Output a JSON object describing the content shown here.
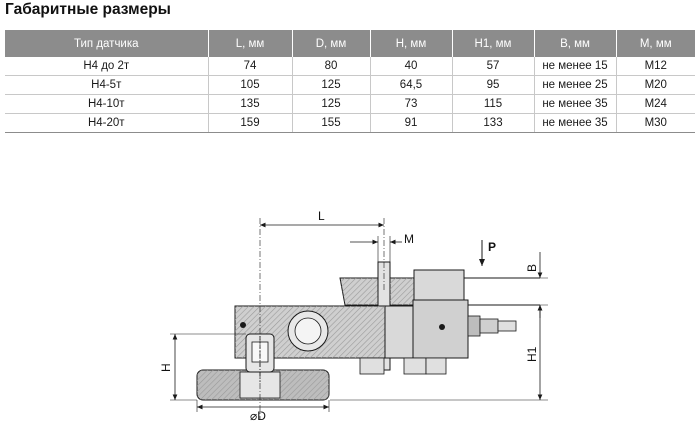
{
  "title": "Габаритные размеры",
  "table": {
    "headers": [
      "Тип датчика",
      "L, мм",
      "D, мм",
      "H, мм",
      "H1, мм",
      "B, мм",
      "M, мм"
    ],
    "rows": [
      [
        "H4 до 2т",
        "74",
        "80",
        "40",
        "57",
        "не менее 15",
        "M12"
      ],
      [
        "H4-5т",
        "105",
        "125",
        "64,5",
        "95",
        "не менее 25",
        "M20"
      ],
      [
        "H4-10т",
        "135",
        "125",
        "73",
        "115",
        "не менее 35",
        "M24"
      ],
      [
        "H4-20т",
        "159",
        "155",
        "91",
        "133",
        "не менее 35",
        "M30"
      ]
    ]
  },
  "drawing": {
    "labels": {
      "L": "L",
      "M": "M",
      "P": "P",
      "B": "B",
      "H": "H",
      "H1": "H1",
      "D": "⌀D"
    },
    "colors": {
      "metal": "#d4d4d4",
      "metal_dark": "#a8a8a8",
      "line": "#1a1a1a",
      "header_bg": "#8c8c8c"
    }
  }
}
